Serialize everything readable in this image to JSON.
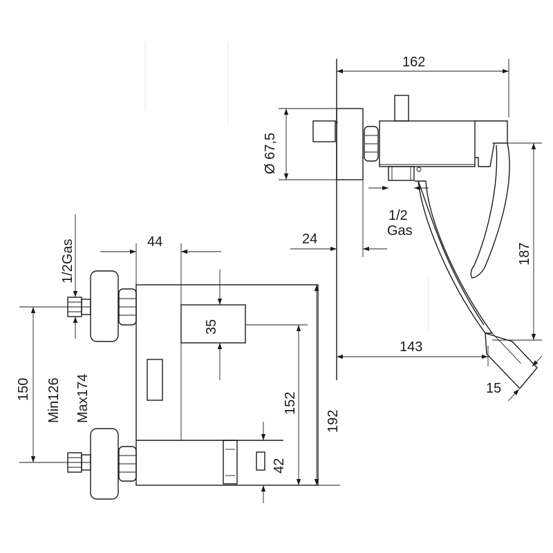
{
  "dimensions": {
    "width_top": "162",
    "body_diameter": "Ø 67,5",
    "offset_24": "24",
    "side_gas_line1": "1/2",
    "side_gas_line2": "Gas",
    "spout_height": "187",
    "spout_reach": "143",
    "spout_tip": "15",
    "front_44": "44",
    "inlet_gas": "1/2Gas",
    "centers_150": "150",
    "centers_min": "Min126",
    "centers_max": "Max174",
    "handle_35": "35",
    "height_152": "152",
    "height_192": "192",
    "outlet_42": "42"
  },
  "colors": {
    "line": "#1a1a1a",
    "background": "#ffffff"
  }
}
